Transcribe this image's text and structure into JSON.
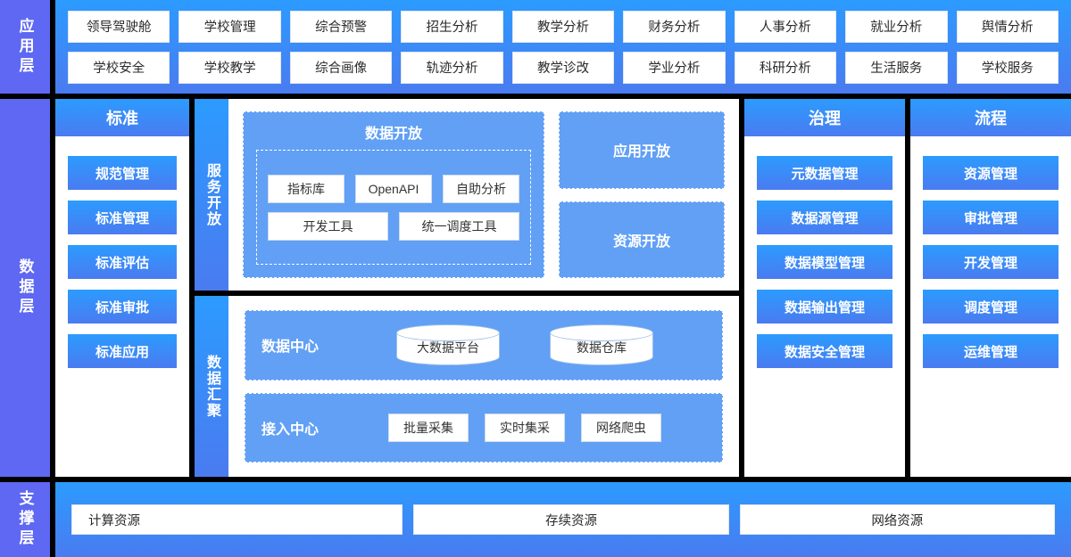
{
  "layers": {
    "application": {
      "label": "应用层",
      "rows": [
        [
          "领导驾驶舱",
          "学校管理",
          "综合预警",
          "招生分析",
          "教学分析",
          "财务分析",
          "人事分析",
          "就业分析",
          "舆情分析"
        ],
        [
          "学校安全",
          "学校教学",
          "综合画像",
          "轨迹分析",
          "教学诊改",
          "学业分析",
          "科研分析",
          "生活服务",
          "学校服务"
        ]
      ]
    },
    "data": {
      "label": "数据层",
      "standard": {
        "title": "标准",
        "items": [
          "规范管理",
          "标准管理",
          "标准评估",
          "标准审批",
          "标准应用"
        ]
      },
      "service_open": {
        "label": "服务开放",
        "data_open": {
          "title": "数据开放",
          "row1": [
            "指标库",
            "OpenAPI",
            "自助分析"
          ],
          "row2": [
            "开发工具",
            "统一调度工具"
          ]
        },
        "side_cards": [
          "应用开放",
          "资源开放"
        ]
      },
      "gather": {
        "label": "数据汇聚",
        "rows": [
          {
            "label": "数据中心",
            "cylinders": [
              "大数据平台",
              "数据仓库"
            ]
          },
          {
            "label": "接入中心",
            "chips": [
              "批量采集",
              "实时集采",
              "网络爬虫"
            ]
          }
        ]
      },
      "governance": {
        "title": "治理",
        "items": [
          "元数据管理",
          "数据源管理",
          "数据模型管理",
          "数据输出管理",
          "数据安全管理"
        ]
      },
      "process": {
        "title": "流程",
        "items": [
          "资源管理",
          "审批管理",
          "开发管理",
          "调度管理",
          "运维管理"
        ]
      }
    },
    "support": {
      "label": "支撑层",
      "items": [
        "计算资源",
        "存续资源",
        "网络资源"
      ]
    }
  },
  "colors": {
    "layer_label_purple": "#5E68F2",
    "blue_gradient_top": "#2C9BFF",
    "blue_gradient_bottom": "#4A7BF0",
    "panel_blue": "#61A0F5",
    "background": "#000000",
    "card_white": "#FFFFFF"
  }
}
